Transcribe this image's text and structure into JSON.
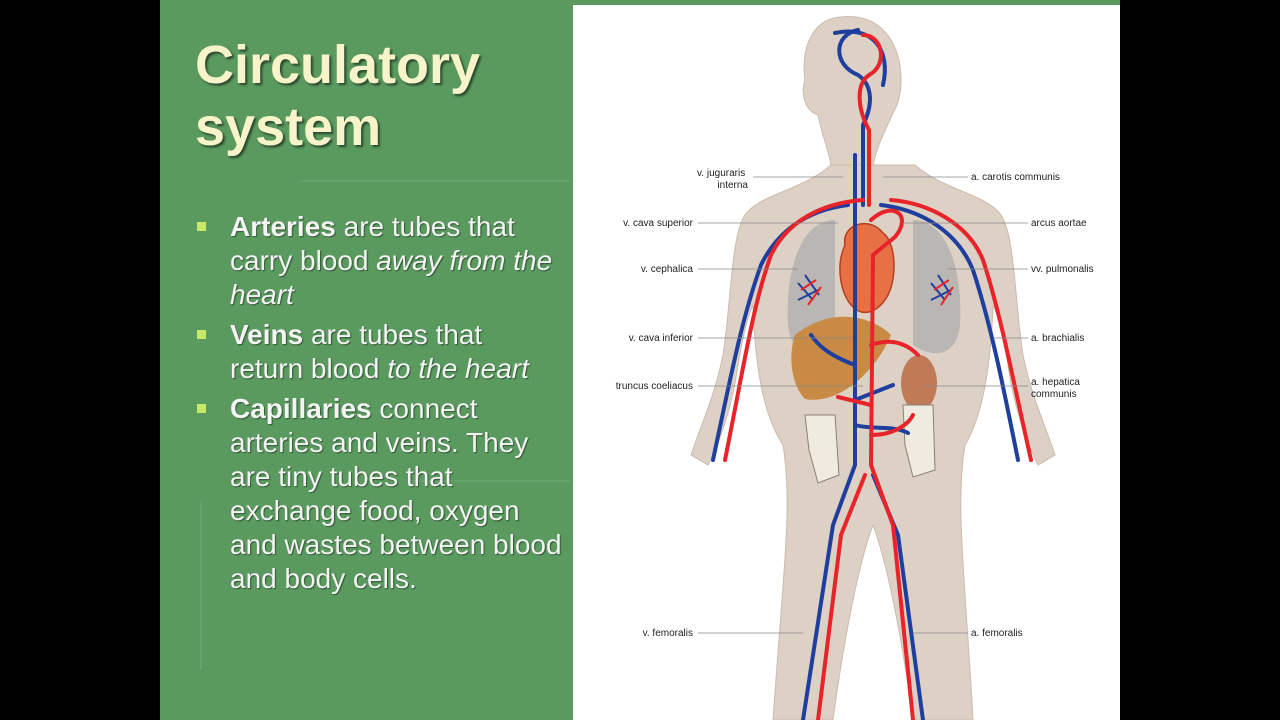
{
  "slide": {
    "title": "Circulatory system",
    "bullets": [
      {
        "term": "Arteries",
        "text": "are tubes that carry blood",
        "emphasis": "away from the heart",
        "after": ""
      },
      {
        "term": "Veins",
        "text": "are tubes that return blood",
        "emphasis": "to the heart",
        "after": ""
      },
      {
        "term": "Capillaries",
        "text": "connect arteries and veins. They are tiny tubes that exchange food, oxygen and wastes between blood and body cells.",
        "emphasis": "",
        "after": ""
      }
    ],
    "colors": {
      "background": "#5a9a5f",
      "title": "#f6f4c8",
      "bullet_marker": "#c8e86a",
      "artery": "#e8232a",
      "vein": "#1f3f9e"
    }
  },
  "diagram": {
    "labels_left": [
      "v. juguraris interna",
      "v. cava superior",
      "v. cephalica",
      "v. cava inferior",
      "truncus coeliacus",
      "v. femoralis"
    ],
    "labels_right": [
      "a. carotis communis",
      "arcus aortae",
      "vv. pulmonalis",
      "a. brachialis",
      "a. hepatica communis",
      "a. femoralis"
    ]
  }
}
